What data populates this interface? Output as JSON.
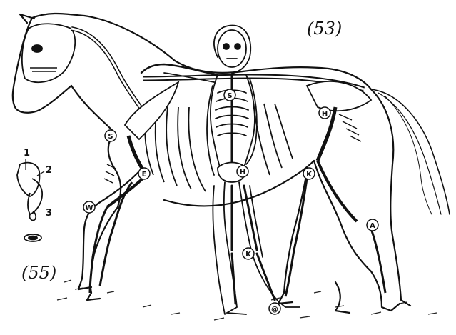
{
  "figure_labels": {
    "main": "(53)",
    "inset": "(55)"
  },
  "joint_labels": {
    "shoulder": "S",
    "elbow": "E",
    "wrist": "W",
    "hip": "H",
    "knee": "K",
    "ankle": "A",
    "human_knee": "K",
    "human_ankle": "@",
    "human_hip": "H",
    "human_shoulder": "S"
  },
  "inset_numbers": [
    "1",
    "2",
    "3"
  ],
  "colors": {
    "ink": "#111111",
    "paper": "#ffffff",
    "shade": "#333333"
  }
}
